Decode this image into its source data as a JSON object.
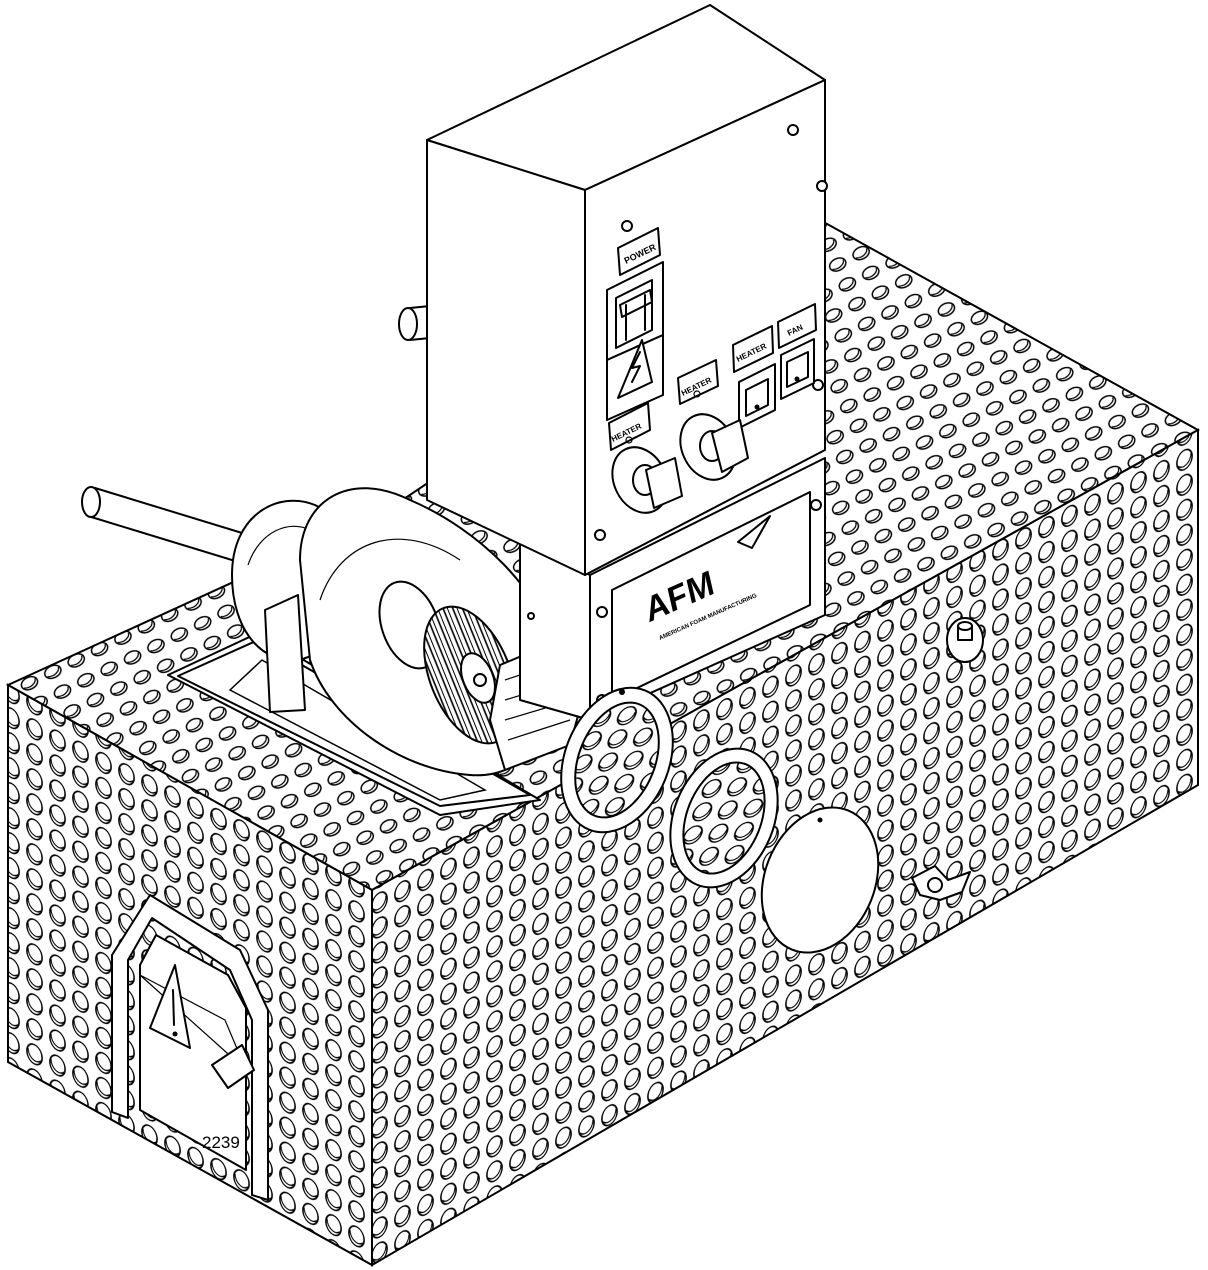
{
  "drawing": {
    "figure_number": "2239",
    "control_labels": {
      "power": "POWER",
      "heater_switch": "HEATER",
      "fan_switch": "FAN",
      "heater_knob_left": "HEATER",
      "heater_knob_right": "HEATER"
    },
    "brand": {
      "logo_text": "AFM",
      "tagline": "AMERICAN FOAM MANUFACTURING"
    },
    "icons": [
      "high-voltage-warning-icon",
      "caution-warning-icon"
    ]
  }
}
